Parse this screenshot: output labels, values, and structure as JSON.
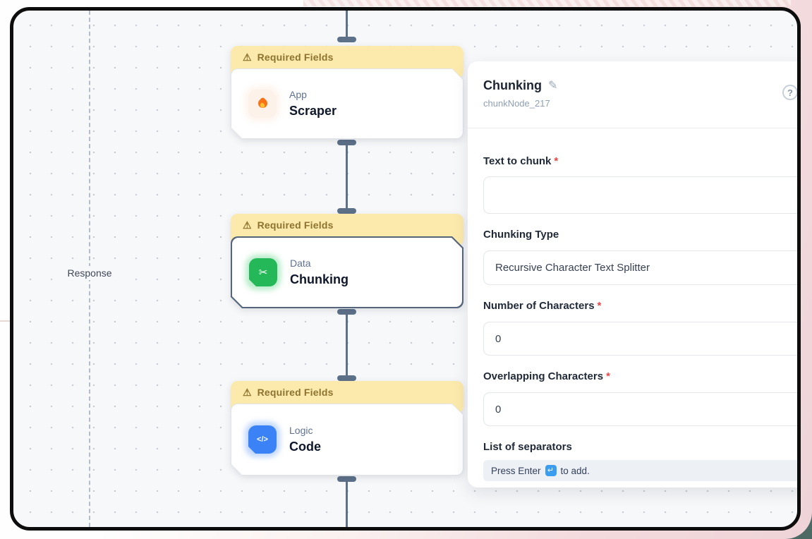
{
  "canvas": {
    "response_label": "Response",
    "nodes": [
      {
        "banner_label": "Required Fields",
        "category": "App",
        "title": "Scraper",
        "icon": "flame-icon",
        "selected": false
      },
      {
        "banner_label": "Required Fields",
        "category": "Data",
        "title": "Chunking",
        "icon": "scissors-icon",
        "selected": true
      },
      {
        "banner_label": "Required Fields",
        "category": "Logic",
        "title": "Code",
        "icon": "code-icon",
        "selected": false
      }
    ]
  },
  "panel": {
    "title": "Chunking",
    "node_id": "chunkNode_217",
    "required_marker": "*",
    "fields": [
      {
        "label": "Text to chunk",
        "required": true,
        "type": "textarea",
        "value": ""
      },
      {
        "label": "Chunking Type",
        "required": false,
        "type": "select",
        "value": "Recursive Character Text Splitter"
      },
      {
        "label": "Number of Characters",
        "required": true,
        "type": "input",
        "value": "0"
      },
      {
        "label": "Overlapping Characters",
        "required": true,
        "type": "input",
        "value": "0"
      },
      {
        "label": "List of separators",
        "required": false,
        "type": "tag-input",
        "placeholder_prefix": "Press Enter",
        "placeholder_suffix": "to add."
      }
    ]
  },
  "icons": {
    "warning": "⚠",
    "edit": "✎",
    "help": "?",
    "scissors": "✂",
    "code": "</>",
    "enter": "↵"
  },
  "colors": {
    "banner_bg": "#fbeaab",
    "banner_text": "#8e7330",
    "connector": "#5d7189",
    "selected_border": "#54657c",
    "green": "#25b858",
    "blue": "#3b82f6",
    "flame_orange": "#f97316",
    "required": "#ef4444",
    "enter_key_blue": "#3b9df0",
    "canvas_bg": "#f7f8fa",
    "frame_border": "#0d0d0d"
  }
}
